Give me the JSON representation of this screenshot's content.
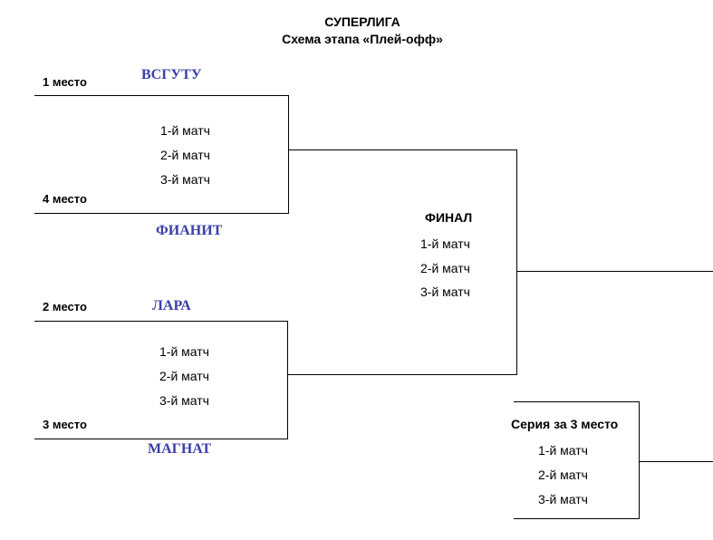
{
  "header": {
    "title": "СУПЕРЛИГА",
    "subtitle": "Схема этапа «Плей-офф»"
  },
  "colors": {
    "team_text": "#3b3fa8",
    "lines": "#000000"
  },
  "semifinal_1": {
    "top_place": "1 место",
    "top_team": "ВСГУТУ",
    "bottom_place": "4 место",
    "bottom_team": "ФИАНИТ",
    "matches": [
      "1-й матч",
      "2-й матч",
      "3-й матч"
    ]
  },
  "semifinal_2": {
    "top_place": "2 место",
    "top_team": "ЛАРА",
    "bottom_place": "3 место",
    "bottom_team": "МАГНАТ",
    "matches": [
      "1-й матч",
      "2-й матч",
      "3-й матч"
    ]
  },
  "final": {
    "label": "ФИНАЛ",
    "matches": [
      "1-й матч",
      "2-й матч",
      "3-й матч"
    ]
  },
  "third_place": {
    "label": "Серия за 3 место",
    "matches": [
      "1-й матч",
      "2-й матч",
      "3-й матч"
    ]
  }
}
